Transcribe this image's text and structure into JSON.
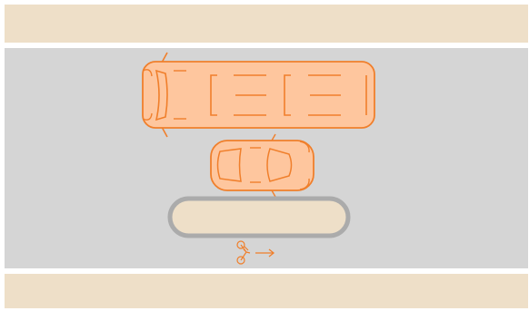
{
  "scene": {
    "colors": {
      "sidewalk": "#EEDFC8",
      "road": "#D5D5D5",
      "vehicle_fill": "#FEC69E",
      "vehicle_stroke": "#F07F2B",
      "island_fill": "#EEDFC8",
      "island_stroke": "#ABABAB"
    },
    "elements": {
      "top_sidewalk": "sidewalk",
      "bottom_sidewalk": "sidewalk",
      "road": "road",
      "bus": "bus-icon",
      "car": "car-icon",
      "island": "traffic-island",
      "bicycle": "bicycle-icon",
      "direction": "arrow-right-icon"
    }
  }
}
